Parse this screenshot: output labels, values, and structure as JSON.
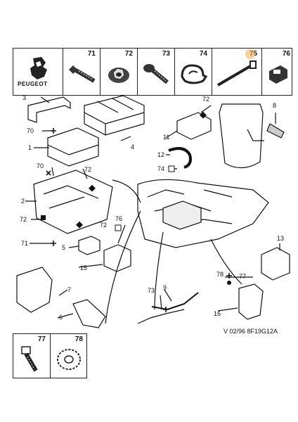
{
  "legend_top": {
    "brand": "PEUGEOT",
    "parts": [
      "71",
      "72",
      "73",
      "74",
      "75",
      "76"
    ]
  },
  "legend_bottom": {
    "parts": [
      "77",
      "78"
    ]
  },
  "callouts": {
    "c1": "1",
    "c2": "2",
    "c3": "3",
    "c4": "4",
    "c5": "5",
    "c6": "6",
    "c7": "7",
    "c8": "8",
    "c9": "9",
    "c11": "11",
    "c12": "12",
    "c13": "13",
    "c15": "15",
    "c16": "16",
    "c70a": "70",
    "c70b": "70",
    "c71": "71",
    "c72a": "72",
    "c72b": "72",
    "c72c": "72",
    "c72d": "72",
    "c73": "73",
    "c74": "74",
    "c76": "76",
    "c77": "77",
    "c78": "78"
  },
  "footer_code": "V 02/96 8F19G12A",
  "colors": {
    "ink": "#111111",
    "accent": "#f4b35a"
  }
}
